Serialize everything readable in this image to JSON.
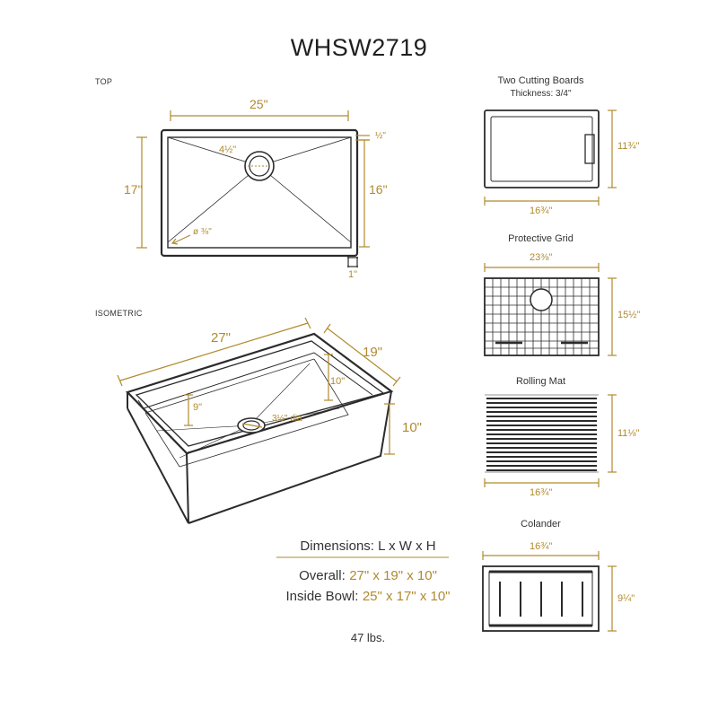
{
  "title": "WHSW2719",
  "sections": {
    "top": "TOP",
    "isometric": "ISOMETRIC"
  },
  "top_view": {
    "length": "25\"",
    "width_outer": "17\"",
    "width_inner": "16\"",
    "drain_offset": "4½\"",
    "corner_radius": "ø ⅜\"",
    "rim": "½\"",
    "flange": "1\""
  },
  "iso_view": {
    "length": "27\"",
    "width": "19\"",
    "depth_inner": "9\"",
    "depth_back": "10\"",
    "height": "10\"",
    "drain": "3½\" dia"
  },
  "accessories": {
    "cutting_boards": {
      "title": "Two Cutting Boards",
      "subtitle": "Thickness: 3/4\"",
      "height": "11¾\"",
      "width": "16¾\""
    },
    "protective_grid": {
      "title": "Protective Grid",
      "width": "23⅜\"",
      "height": "15½\""
    },
    "rolling_mat": {
      "title": "Rolling Mat",
      "height": "11⅛\"",
      "width": "16¾\""
    },
    "colander": {
      "title": "Colander",
      "width": "16¾\"",
      "height": "9¼\""
    }
  },
  "specs": {
    "header": "Dimensions: L x W x H",
    "overall_label": "Overall:",
    "overall_value": "27\" x 19\" x 10\"",
    "inside_label": "Inside Bowl:",
    "inside_value": "25\" x 17\" x 10\"",
    "weight": "47 lbs."
  },
  "colors": {
    "dimension": "#b08a2e",
    "line": "#2b2b2b"
  }
}
